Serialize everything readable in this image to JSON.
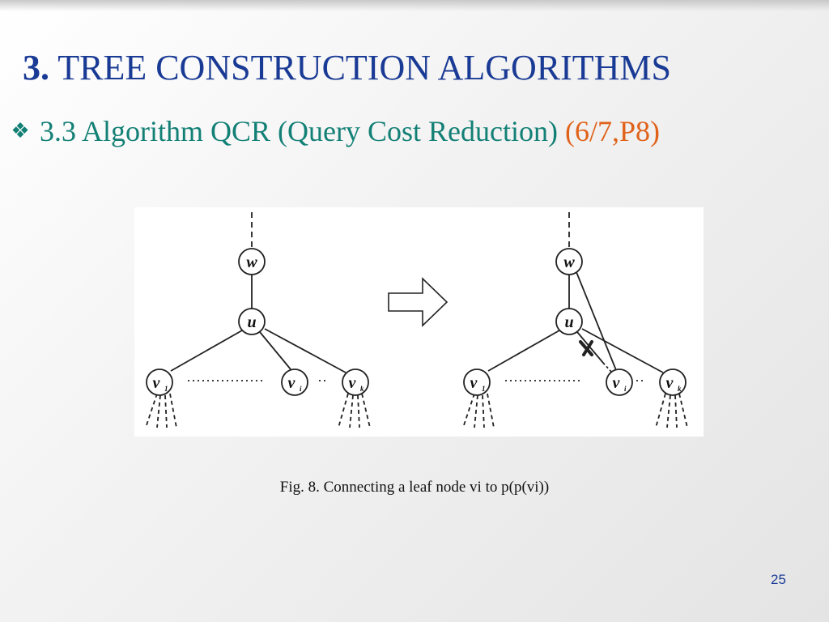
{
  "slide": {
    "title_number": "3.",
    "title_text": "TREE CONSTRUCTION ALGORITHMS",
    "subtitle_bullet": "❖",
    "subtitle_text": "3.3 Algorithm QCR (Query Cost Reduction)",
    "subtitle_ref": "(6/7,P8)",
    "caption": "Fig. 8. Connecting a leaf node vi to p(p(vi))",
    "page_number": "25"
  },
  "figure": {
    "left_tree": {
      "nodes": {
        "w": "w",
        "u": "u",
        "v1": "v",
        "v1_sub": "1",
        "vi": "v",
        "vi_sub": "i",
        "vk": "v",
        "vk_sub": "k"
      },
      "dots_left": "…………",
      "dots_right": "··"
    },
    "right_tree": {
      "nodes": {
        "w": "w",
        "u": "u",
        "v1": "v",
        "v1_sub": "1",
        "vi": "v",
        "vi_sub": "i",
        "vk": "v",
        "vk_sub": "k"
      },
      "dots_left": "…………",
      "dots_right": "··",
      "removed_edge_mark": "X"
    },
    "arrow": "right-arrow"
  },
  "colors": {
    "title": "#1a3b95",
    "subtitle": "#138076",
    "subtitle_ref": "#e0621a",
    "page_number": "#1a3b95"
  }
}
